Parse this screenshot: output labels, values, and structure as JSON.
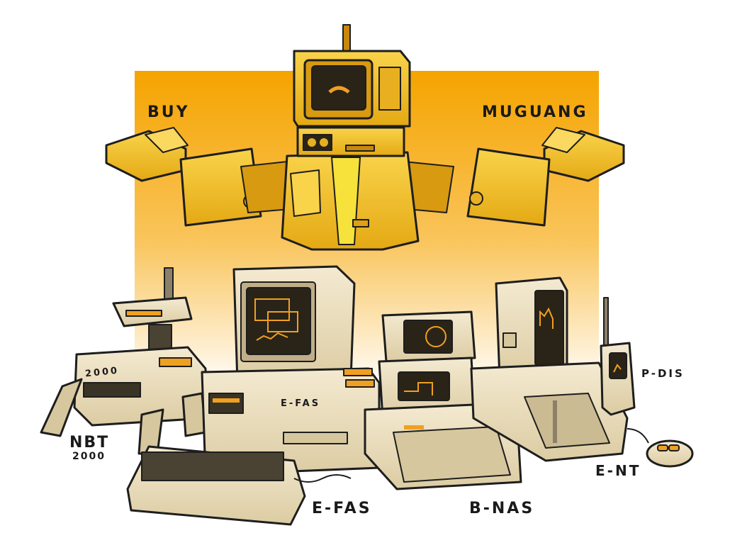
{
  "labels": {
    "top_left": "BUY",
    "top_right": "MUGUANG",
    "robot_dog_name": "NBT",
    "robot_dog_model": "2000",
    "robot_dog_badge": "2000",
    "desktop_screen_label": "E-FAS",
    "desktop_caption": "E-FAS",
    "stacked_caption": "B-NAS",
    "tower_caption": "E-NT",
    "handheld_caption": "P-DIS"
  },
  "colors": {
    "panel_top": "#f5a400",
    "panel_bottom": "#fff7e8",
    "robot_yellow": "#f4c12c",
    "robot_shadow": "#d79a10",
    "machine_beige": "#ece0c2",
    "machine_shadow": "#bfae87",
    "screen_dark": "#2a2418",
    "screen_glow": "#f0a020",
    "outline": "#1e1e1e"
  }
}
